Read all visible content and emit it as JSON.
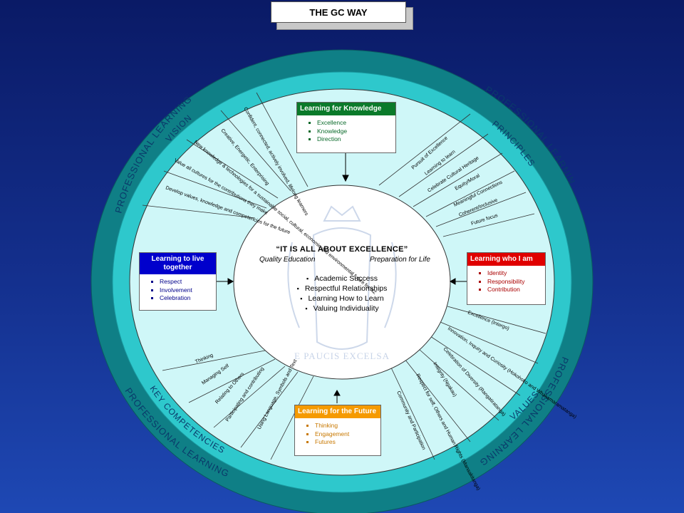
{
  "title": "THE GC WAY",
  "ring_labels": {
    "outer_left": "PROFESSIONAL   LEARNING",
    "outer_right": "PROFESSIONAL   LEARNING",
    "outer_bottom_right": "PROFESSIONAL   LEARNING",
    "outer_bottom_left": "PROFESSIONAL   LEARNING",
    "vision": "VISION",
    "principles": "PRINCIPLES",
    "values": "VALUES",
    "key_competencies": "KEY   COMPETENCIES"
  },
  "center": {
    "title": "“IT IS ALL ABOUT EXCELLENCE”",
    "subtitle_left": "Quality Education",
    "subtitle_right": "Preparation for Life",
    "items": [
      "Academic Success",
      "Respectful Relationships",
      "Learning How to Learn",
      "Valuing Individuality"
    ],
    "crest_motto": "E PAUCIS EXCELSA"
  },
  "boxes": {
    "knowledge": {
      "title": "Learning for Knowledge",
      "items": [
        "Excellence",
        "Knowledge",
        "Direction"
      ],
      "color": "#0a7a2a"
    },
    "live_together": {
      "title": "Learning to live together",
      "items": [
        "Respect",
        "Involvement",
        "Celebration"
      ],
      "color": "#0000cc"
    },
    "who_i_am": {
      "title": "Learning who I am",
      "items": [
        "Identity",
        "Responsibility",
        "Contribution"
      ],
      "color": "#e00000"
    },
    "future": {
      "title": "Learning for the Future",
      "items": [
        "Thinking",
        "Engagement",
        "Futures"
      ],
      "color": "#f59a00"
    }
  },
  "vision_items": [
    "Confident, connected, actively involved, lifelong learners",
    "Creative, Energetic, Enterprising",
    "New knowledge & technologies for a sustainable social, cultural, economic and environmental future for NZ",
    "Value all cultures for the contributions they make",
    "Develop values, knowledge and competencies for the future"
  ],
  "principles_items": [
    "Pursuit of Excellence",
    "Learning to learn",
    "Celebrate Cultural Heritage",
    "Equity/Moral",
    "Meaningful Connections",
    "Coherent/Inclusive",
    "Future focus"
  ],
  "values_items": [
    "Excellence (Intergo)",
    "Innovation, Inquiry and Curiosity (Hokohoko and Whakamaramatanga)",
    "Celebration of Diversity (Rangatiratanga)",
    "Integrity (Ngakau)",
    "Respect for self, Others and Human Rights (Manaakitanga)",
    "Community and Participation"
  ],
  "competencies_items": [
    "Thinking",
    "Managing Self",
    "Relating to Others",
    "Participating and contributing",
    "Using Language, Symbols and Text"
  ],
  "colors": {
    "outer_ring": "#0f7f86",
    "middle_ring": "#2ec8cc",
    "inner_field": "#cff7f8",
    "center_field": "#ffffff"
  }
}
